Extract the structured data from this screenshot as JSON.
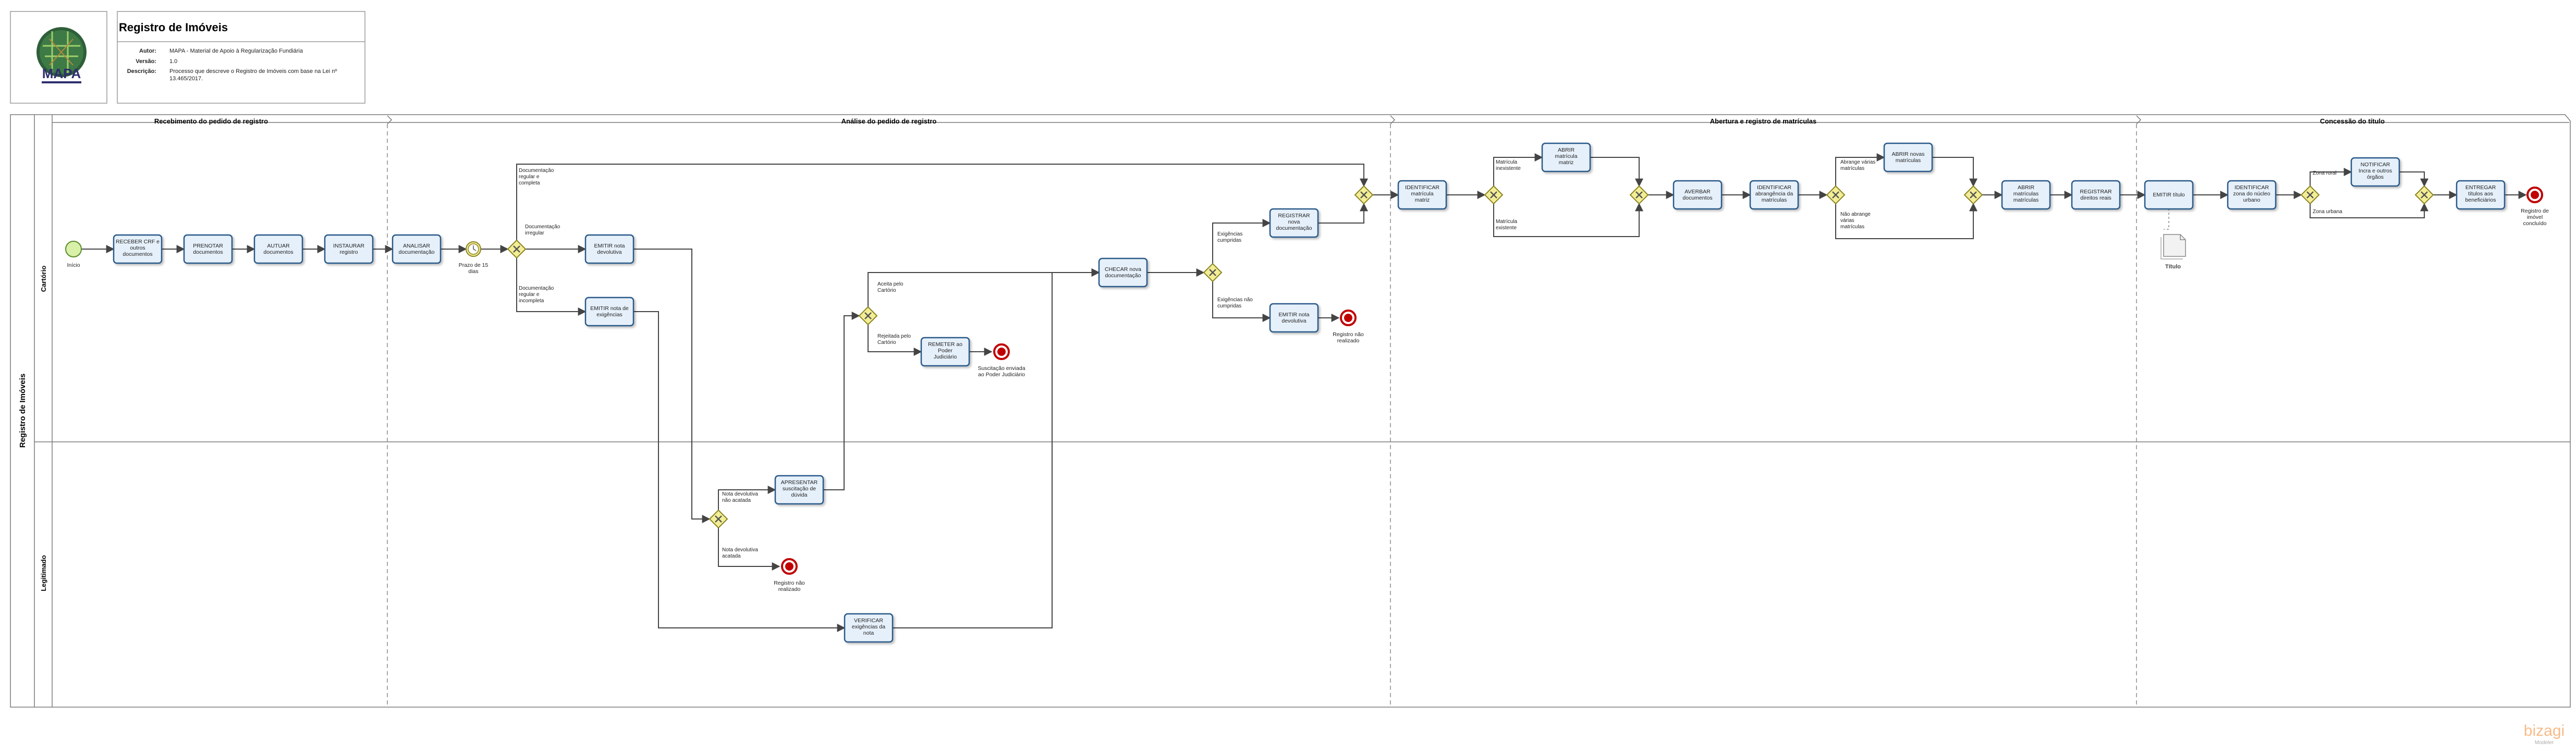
{
  "header": {
    "title": "Registro de Imóveis",
    "logo_text": "MAPA",
    "author_label": "Autor:",
    "author_value": "MAPA - Material de Apoio à Regularização Fundiária",
    "version_label": "Versão:",
    "version_value": "1.0",
    "description_label": "Descrição:",
    "description_lines": [
      "Processo que descreve o Registro de Imóveis com base na Lei nº",
      "13.465/2017."
    ]
  },
  "pool": {
    "name": "Registro de Imóveis"
  },
  "lanes": [
    {
      "name": "Cartório"
    },
    {
      "name": "Legitimado"
    }
  ],
  "phases": [
    {
      "name": "Recebimento do pedido de registro"
    },
    {
      "name": "Análise do pedido de registro"
    },
    {
      "name": "Abertura e registro de matrículas"
    },
    {
      "name": "Concessão do título"
    }
  ],
  "tasks": [
    {
      "label": [
        "RECEBER CRF e",
        "outros",
        "documentos"
      ]
    },
    {
      "label": [
        "PRENOTAR",
        "documentos"
      ]
    },
    {
      "label": [
        "AUTUAR",
        "documentos"
      ]
    },
    {
      "label": [
        "INSTAURAR",
        "registro"
      ]
    },
    {
      "label": [
        "ANALISAR",
        "documentação"
      ]
    },
    {
      "label": [
        "EMITIR nota",
        "devolutiva"
      ]
    },
    {
      "label": [
        "EMITIR nota de",
        "exigências"
      ]
    },
    {
      "label": [
        "APRESENTAR",
        "suscitação de",
        "dúvida"
      ]
    },
    {
      "label": [
        "REMETER ao",
        "Poder",
        "Judiciário"
      ]
    },
    {
      "label": [
        "VERIFICAR",
        "exigências da",
        "nota"
      ]
    },
    {
      "label": [
        "CHECAR nova",
        "documentação"
      ]
    },
    {
      "label": [
        "REGISTRAR",
        "nova",
        "documentação"
      ]
    },
    {
      "label": [
        "EMITIR nota",
        "devolutiva"
      ]
    },
    {
      "label": [
        "IDENTIFICAR",
        "matrícula",
        "matriz"
      ]
    },
    {
      "label": [
        "ABRIR",
        "matrícula",
        "matriz"
      ]
    },
    {
      "label": [
        "AVERBAR",
        "documentos"
      ]
    },
    {
      "label": [
        "IDENTIFICAR",
        "abrangência da",
        "matrículas"
      ]
    },
    {
      "label": [
        "ABRIR novas",
        "matrículas"
      ]
    },
    {
      "label": [
        "ABRIR",
        "matrículas",
        "matrículas"
      ]
    },
    {
      "label": [
        "REGISTRAR",
        "direitos reais"
      ]
    },
    {
      "label": [
        "EMITIR título"
      ]
    },
    {
      "label": [
        "IDENTIFICAR",
        "zona do núcleo",
        "urbano"
      ]
    },
    {
      "label": [
        "NOTIFICAR",
        "Incra e outros",
        "órgãos"
      ]
    },
    {
      "label": [
        "ENTREGAR",
        "títulos aos",
        "beneficiários"
      ]
    }
  ],
  "events": {
    "start": [
      "Início"
    ],
    "timer": [
      "Prazo de 15",
      "dias"
    ],
    "end_suscitacao": [
      "Suscitação enviada",
      "ao Poder Judiciário"
    ],
    "end_nao_realizado_1": [
      "Registro não",
      "realizado"
    ],
    "end_nao_realizado_2": [
      "Registro não",
      "realizado"
    ],
    "end_concluido": [
      "Registro de",
      "imóvel",
      "concluído"
    ]
  },
  "flow_labels": {
    "doc_regular": [
      "Documentação",
      "regular e",
      "completa"
    ],
    "doc_irregular": [
      "Documentação",
      "irregular"
    ],
    "doc_incompleta": [
      "Documentação",
      "regular e",
      "incompleta"
    ],
    "aceita": [
      "Aceita pelo",
      "Cartório"
    ],
    "rejeitada": [
      "Rejeitada pelo",
      "Cartório"
    ],
    "nota_acatada": [
      "Nota devolutiva",
      "acatada"
    ],
    "nota_nao_acatada": [
      "Nota devolutiva",
      "não acatada"
    ],
    "exig_cumpridas": [
      "Exigências",
      "cumpridas"
    ],
    "exig_nao_cumpridas": [
      "Exigências não",
      "cumpridas"
    ],
    "mat_inexistente": [
      "Matrícula",
      "inexistente"
    ],
    "mat_existente": [
      "Matrícula",
      "existente"
    ],
    "abrange_varias": [
      "Abrange várias",
      "matrículas"
    ],
    "nao_abrange": [
      "Não abrange",
      "várias",
      "matrículas"
    ],
    "zona_rural": [
      "Zona rural"
    ],
    "zona_urbana": [
      "Zona urbana"
    ]
  },
  "artifact": {
    "label": "Título"
  },
  "watermark": {
    "brand": "bizagi",
    "sub": "Modeler"
  },
  "colors": {
    "task_fill": "#e6f0fa",
    "task_stroke": "#2a5a8a",
    "gateway_fill": "#f3ee96",
    "start_fill": "#d8f0a8",
    "end_stroke": "#c00000",
    "brand": "#f4a460"
  }
}
